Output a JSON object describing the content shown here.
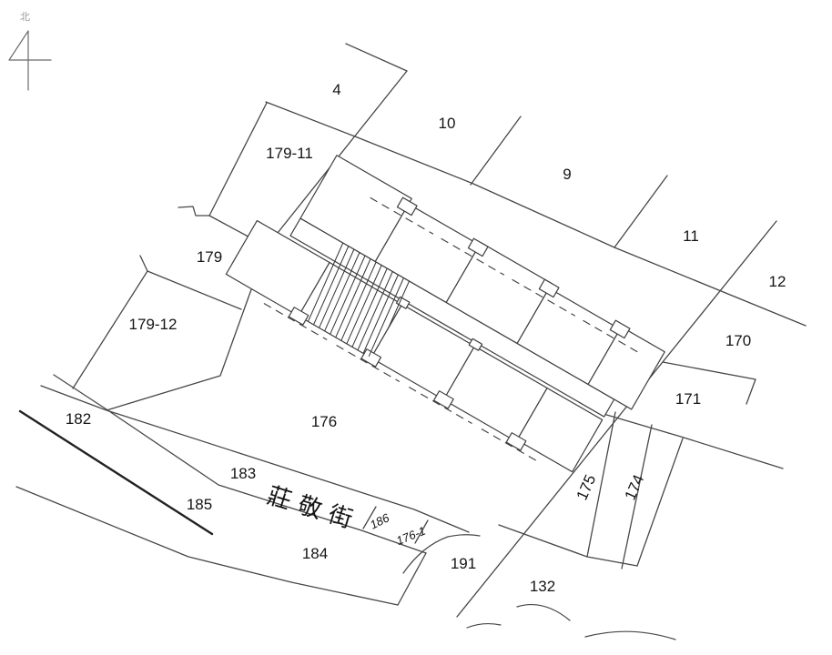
{
  "map": {
    "north_label": "北",
    "street": {
      "name": "莊敬街"
    },
    "parcels": {
      "p4": "4",
      "p10": "10",
      "p9": "9",
      "p11": "11",
      "p12": "12",
      "p179_11": "179-11",
      "p179": "179",
      "p179_12": "179-12",
      "p170": "170",
      "p171": "171",
      "p176": "176",
      "p182": "182",
      "p183": "183",
      "p185": "185",
      "p184": "184",
      "p186": "186",
      "p176_1": "176-1",
      "p191": "191",
      "p132": "132",
      "p175": "175",
      "p174": "174"
    }
  }
}
